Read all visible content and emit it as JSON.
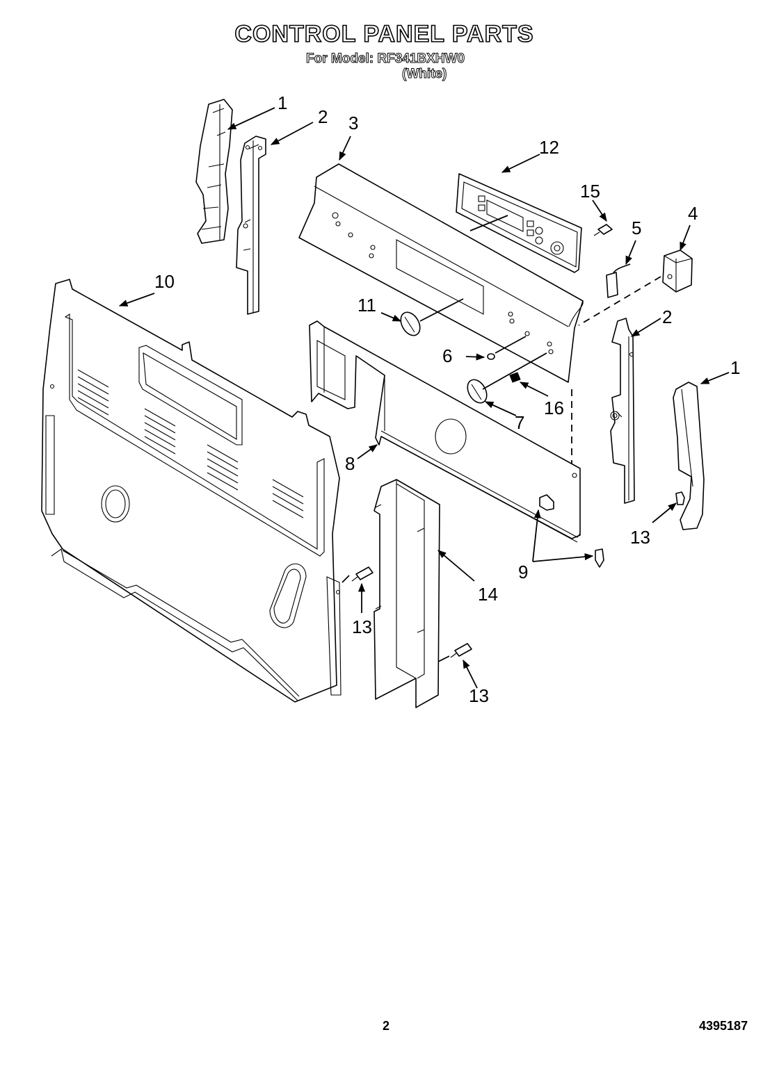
{
  "header": {
    "title": "CONTROL PANEL PARTS",
    "model_line": "For Model: RF341BXHW0",
    "variant": "(White)"
  },
  "footer": {
    "page_number": "2",
    "document_number": "4395187"
  },
  "callouts": {
    "c1a": "1",
    "c2a": "2",
    "c3": "3",
    "c12": "12",
    "c15": "15",
    "c5": "5",
    "c4": "4",
    "c10": "10",
    "c11": "11",
    "c2b": "2",
    "c6": "6",
    "c16": "16",
    "c1b": "1",
    "c7": "7",
    "c8": "8",
    "c13a": "13",
    "c9": "9",
    "c14": "14",
    "c13b": "13",
    "c13c": "13"
  }
}
